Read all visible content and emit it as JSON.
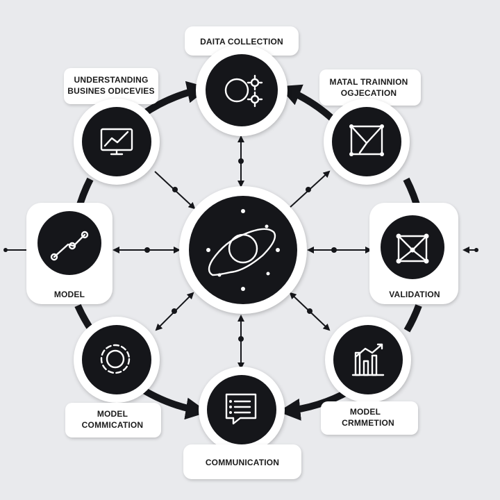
{
  "nodes": {
    "data_collection": {
      "label": "DAITA COLLECTION",
      "icon": "gears-icon"
    },
    "understanding": {
      "label_line1": "UNDERSTANDING",
      "label_line2": "BUSINES ODICEVIES",
      "icon": "monitor-chart-icon"
    },
    "training": {
      "label_line1": "MATAL TRAINNION",
      "label_line2": "OGJECATION",
      "icon": "network-frame-icon"
    },
    "model": {
      "label": "MODEL",
      "icon": "line-graph-icon"
    },
    "validation": {
      "label": "VALIDATION",
      "icon": "node-graph-icon"
    },
    "model_commication": {
      "label_line1": "MODEL",
      "label_line2": "COMMICATION",
      "icon": "gear-icon"
    },
    "model_crmmetion": {
      "label_line1": "MODEL",
      "label_line2": "CRMMETION",
      "icon": "bar-chart-icon"
    },
    "communication": {
      "label": "COMMUNICATION",
      "icon": "document-list-icon"
    },
    "center": {
      "icon": "orbit-icon"
    }
  },
  "colors": {
    "node": "#15161a",
    "background": "#e9eaed",
    "label_bg": "#ffffff"
  }
}
